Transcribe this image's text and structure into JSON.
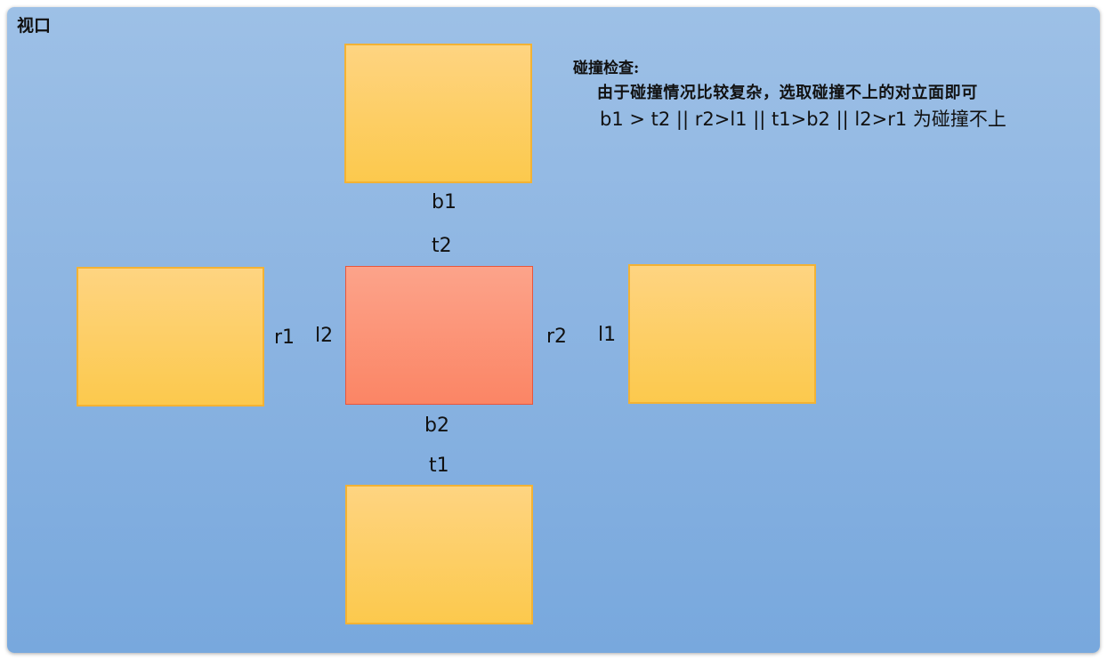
{
  "viewport": {
    "title": "视口"
  },
  "note": {
    "title": "碰撞检查:",
    "line1": "由于碰撞情况比较复杂，选取碰撞不上的对立面即可",
    "line2": "b1 > t2 || r2>l1 || t1>b2 || l2>r1 为碰撞不上"
  },
  "labels": {
    "top_box_bottom": "b1",
    "center_top": "t2",
    "left_box_right": "r1",
    "center_left": "l2",
    "center_right": "r2",
    "right_box_left": "l1",
    "center_bottom": "b2",
    "bottom_box_top": "t1"
  },
  "colors": {
    "viewport_background": "#8db5e2",
    "box_fill": "#fcc94d",
    "box_border": "#f3b234",
    "center_box_fill": "#fb8565",
    "center_box_border": "#e8563c"
  }
}
